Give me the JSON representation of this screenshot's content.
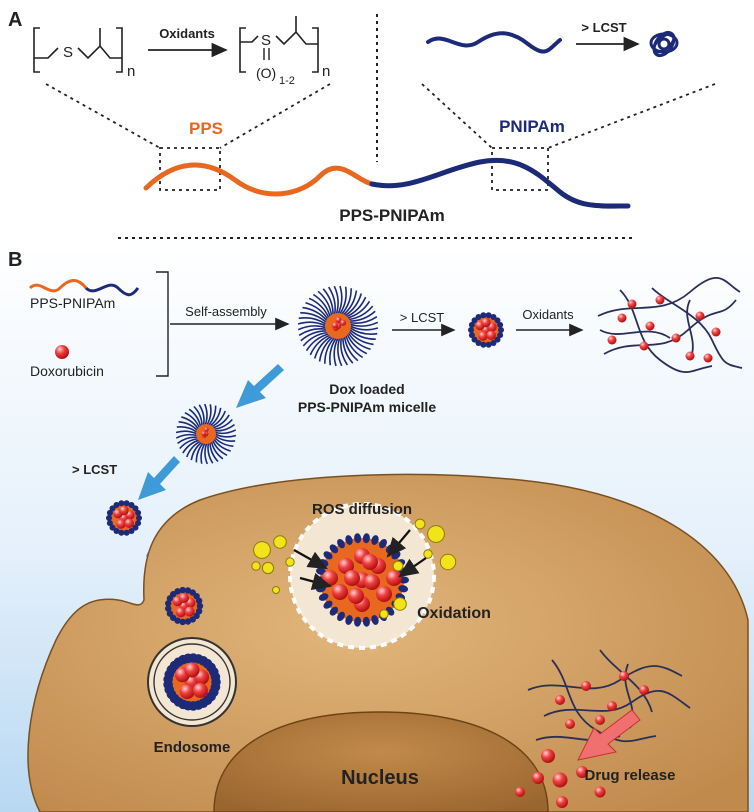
{
  "panel_a": {
    "letter": "A",
    "left_reaction": {
      "reactant_atom": "S",
      "reactant_subscript": "n",
      "arrow_label": "Oxidants",
      "product_atom": "S",
      "product_oxygen": "(O)",
      "product_oxygen_subscript": "1-2",
      "product_subscript": "n"
    },
    "right_reaction": {
      "arrow_label": "> LCST"
    },
    "pps_label": "PPS",
    "pnipam_label": "PNIPAm",
    "copolymer_label": "PPS-PNIPAm"
  },
  "panel_b": {
    "letter": "B",
    "legend_polymer": "PPS-PNIPAm",
    "legend_drug": "Doxorubicin",
    "self_assembly_label": "Self-assembly",
    "micelle_label_line1": "Dox loaded",
    "micelle_label_line2": "PPS-PNIPAm micelle",
    "lcst_label_top": "> LCST",
    "oxidants_label": "Oxidants",
    "lcst_label_left": "> LCST",
    "ros_label": "ROS diffusion",
    "oxidation_label": "Oxidation",
    "endosome_label": "Endosome",
    "nucleus_label": "Nucleus",
    "drug_release_label": "Drug release"
  },
  "colors": {
    "pps_orange": "#e8681f",
    "pnipam_navy": "#1c2a78",
    "drug_red": "#e8202a",
    "ros_yellow": "#f2e418",
    "cell_tan": "#c8985c",
    "nucleus_brown": "#a8743a",
    "arrow_blue": "#3f9ad8"
  }
}
